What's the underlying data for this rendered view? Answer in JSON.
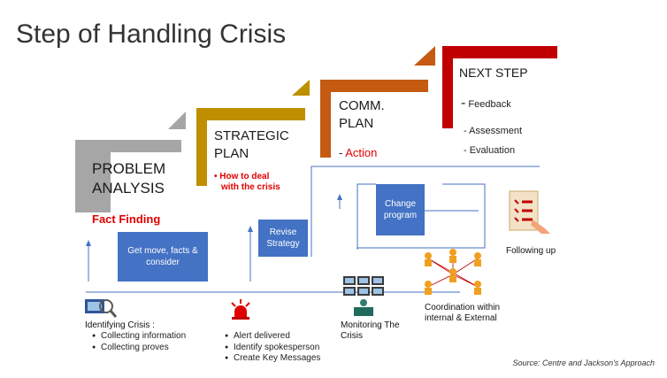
{
  "title": "Step of Handling Crisis",
  "steps": {
    "problem": {
      "title_line1": "PROBLEM",
      "title_line2": "ANALYSIS",
      "sub": "Fact Finding"
    },
    "strategic": {
      "title_line1": "STRATEGIC",
      "title_line2": "PLAN",
      "sub_line1": "• How to deal",
      "sub_line2": "with the crisis"
    },
    "comm": {
      "title_line1": "COMM.",
      "title_line2": "PLAN",
      "sub_dash": "-",
      "sub": "Action"
    },
    "next": {
      "title": "NEXT STEP",
      "item1_dash": "-",
      "item1": "Feedback",
      "item2": "- Assessment",
      "item3": "- Evaluation"
    }
  },
  "boxes": {
    "get_move": "Get move, facts & consider",
    "revise": "Revise Strategy",
    "change": "Change program"
  },
  "labels": {
    "identifying": "Identifying Crisis :",
    "identifying_items": [
      "Collecting information",
      "Collecting proves"
    ],
    "alert_items": [
      "Alert delivered",
      "Identify spokesperson",
      "Create Key Messages"
    ],
    "monitoring": "Monitoring The Crisis",
    "coordination": "Coordination within internal & External",
    "following": "Following up"
  },
  "source": "Source: Centre and Jackson's Approach",
  "colors": {
    "gray": "#a6a6a6",
    "gold": "#bf8f00",
    "orange": "#c55a11",
    "red": "#c00000",
    "box_blue": "#4472c4",
    "line_blue": "#4472c4",
    "accent_red": "#e00000"
  }
}
